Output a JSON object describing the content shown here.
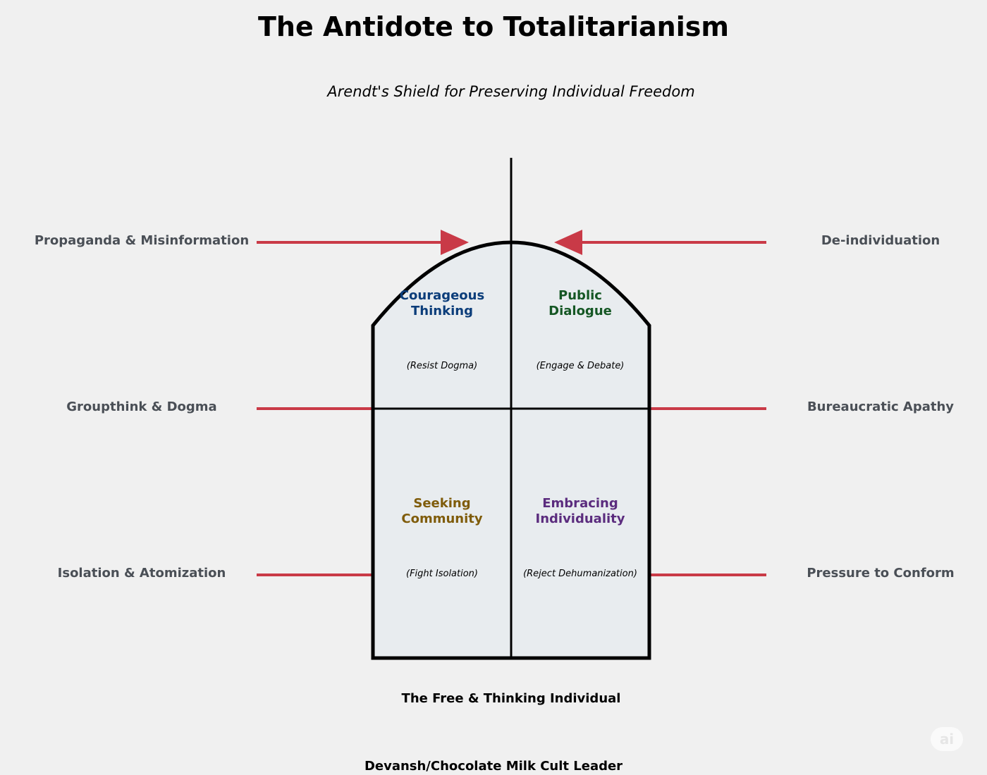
{
  "title": "The Antidote to Totalitarianism",
  "subtitle": "Arendt's Shield for Preserving Individual Freedom",
  "threats": {
    "left": [
      "Propaganda & Misinformation",
      "Groupthink & Dogma",
      "Isolation & Atomization"
    ],
    "right": [
      "De-individuation",
      "Bureaucratic Apathy",
      "Pressure to Conform"
    ]
  },
  "pillars": [
    {
      "title": "Courageous\nThinking",
      "subtitle": "(Resist Dogma)",
      "color": "#0b3d7a"
    },
    {
      "title": "Public\nDialogue",
      "subtitle": "(Engage & Debate)",
      "color": "#155724"
    },
    {
      "title": "Seeking\nCommunity",
      "subtitle": "(Fight Isolation)",
      "color": "#7f5c0b"
    },
    {
      "title": "Embracing\nIndividuality",
      "subtitle": "(Reject Dehumanization)",
      "color": "#5b2c7e"
    }
  ],
  "base_label": "The Free & Thinking Individual",
  "credit": "Devansh/Chocolate Milk Cult Leader",
  "badge": "ai",
  "colors": {
    "threat_arrow": "#c93a47",
    "shield_fill": "#e8ecef",
    "shield_stroke": "#000000",
    "threat_text": "#4a4f56",
    "background": "#f0f0f0"
  }
}
